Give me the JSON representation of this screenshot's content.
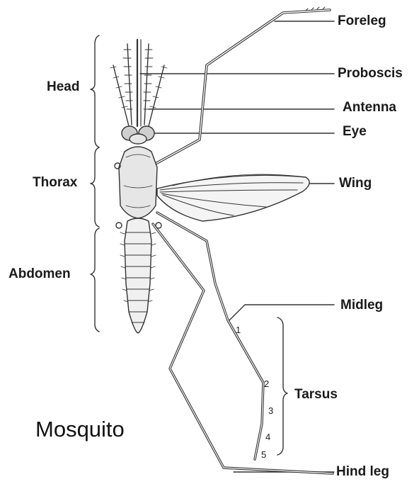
{
  "title": "Mosquito",
  "labels": {
    "foreleg": "Foreleg",
    "proboscis": "Proboscis",
    "antenna": "Antenna",
    "eye": "Eye",
    "wing": "Wing",
    "midleg": "Midleg",
    "tarsus": "Tarsus",
    "hind_leg": "Hind leg",
    "head": "Head",
    "thorax": "Thorax",
    "abdomen": "Abdomen"
  },
  "tarsus_segments": [
    "1",
    "2",
    "3",
    "4",
    "5"
  ]
}
